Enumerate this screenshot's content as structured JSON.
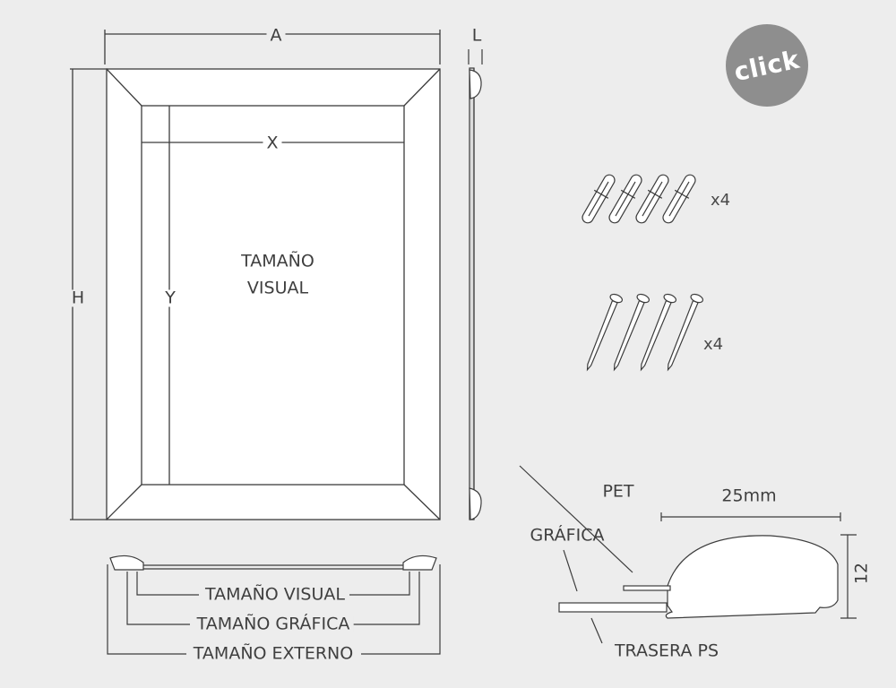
{
  "front_view": {
    "width_label": "A",
    "height_label": "H",
    "visual_width_label": "X",
    "visual_height_label": "Y",
    "center_text_line1": "TAMAÑO",
    "center_text_line2": "VISUAL"
  },
  "side_view": {
    "depth_label": "L"
  },
  "click_button": {
    "label": "click",
    "color": "#8e8e8e"
  },
  "accessories": {
    "wall_plugs": {
      "icon": "wall-plug-icon",
      "count": 4,
      "quantity_label": "x4"
    },
    "screws": {
      "icon": "screw-icon",
      "count": 4,
      "quantity_label": "x4"
    }
  },
  "bottom_section": {
    "labels": [
      "TAMAÑO VISUAL",
      "TAMAÑO GRÁFICA",
      "TAMAÑO EXTERNO"
    ]
  },
  "profile_section": {
    "pet_label": "PET",
    "graphic_label": "GRÁFICA",
    "back_label": "TRASERA PS",
    "width_dimension": "25mm",
    "height_dimension": "12"
  },
  "colors": {
    "background": "#ededed",
    "line": "#3c3c3c",
    "fill": "#ffffff"
  }
}
